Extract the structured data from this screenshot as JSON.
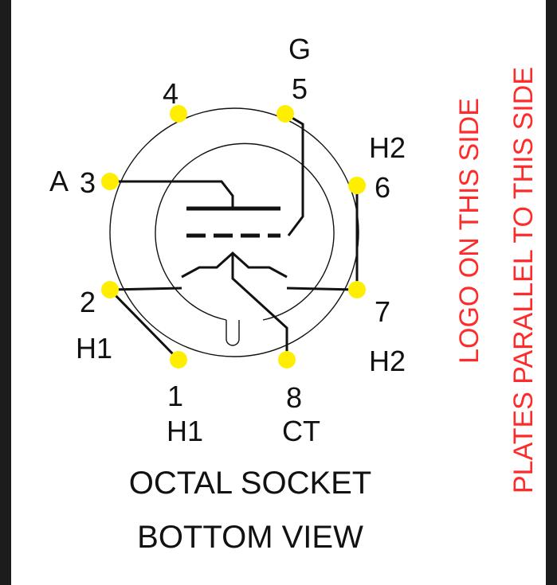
{
  "pins": {
    "p1": {
      "num": "1",
      "name": "H1"
    },
    "p2": {
      "num": "2",
      "name": "H1"
    },
    "p3": {
      "num": "3",
      "name": "A"
    },
    "p4": {
      "num": "4"
    },
    "p5": {
      "num": "5",
      "name": "G"
    },
    "p6": {
      "num": "6",
      "name": "H2"
    },
    "p7": {
      "num": "7",
      "name": "H2"
    },
    "p8": {
      "num": "8",
      "name": "CT"
    }
  },
  "caption": {
    "line1": "OCTAL SOCKET",
    "line2": "BOTTOM VIEW"
  },
  "notes": {
    "logo": "LOGO  ON  THIS  SIDE",
    "plates": "PLATES PARALLEL TO THIS SIDE"
  },
  "colors": {
    "pin": "#ffee00",
    "note": "#ff2a2a",
    "line": "#111111"
  }
}
